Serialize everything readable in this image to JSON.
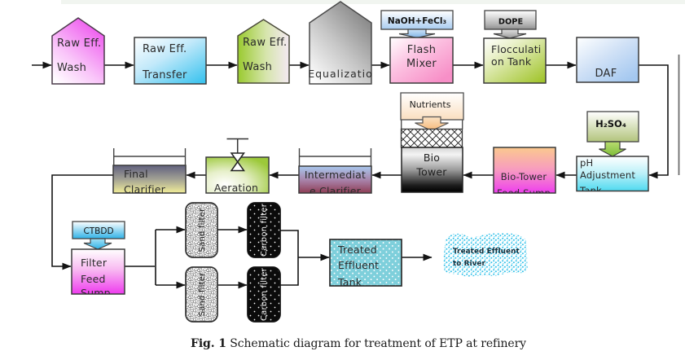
{
  "figure": {
    "caption_fig_label": "Fig. 1",
    "caption_text": " Schematic diagram for treatment of ETP at refinery"
  },
  "nodes": {
    "raw_eff_wash_1": {
      "line1": "Raw Eff.",
      "line2": "Wash",
      "shape": "house"
    },
    "raw_eff_transfer": {
      "line1": "Raw Eff.",
      "line2": "Transfer",
      "shape": "box"
    },
    "raw_eff_wash_2": {
      "line1": "Raw Eff.",
      "line2": "Wash",
      "shape": "house"
    },
    "equalization": {
      "line1": "Equalizatio",
      "shape": "house"
    },
    "flash_mixer": {
      "line1": "Flash",
      "line2": "Mixer",
      "shape": "box"
    },
    "flocculation_tank": {
      "line1": "Flocculati",
      "line2": "on Tank",
      "shape": "box"
    },
    "daf": {
      "line1": "DAF",
      "shape": "box"
    },
    "ph_adjustment_tank": {
      "line1": "pH",
      "line2": "Adjustment",
      "line3": "Tank",
      "shape": "box"
    },
    "bio_tower_feed_sump": {
      "line1": "Bio-Tower",
      "line2": "Feed Sump",
      "shape": "box"
    },
    "bio_tower": {
      "line1": "Bio",
      "line2": "Tower",
      "shape": "tower-with-packing"
    },
    "intermediate_clarifier": {
      "line1": "Intermediat",
      "line2": "e Clarifier",
      "shape": "clarifier"
    },
    "aeration": {
      "line1": "Aeration",
      "shape": "box-with-valve"
    },
    "final_clarifier": {
      "line1": "Final",
      "line2": "Clarifier",
      "shape": "clarifier"
    },
    "filter_feed_sump": {
      "line1": "Filter",
      "line2": "Feed",
      "line3": "Sump",
      "shape": "box"
    },
    "sand_filter_top": {
      "label": "Sand filter",
      "shape": "rounded-dotted"
    },
    "sand_filter_bottom": {
      "label": "Sand filter",
      "shape": "rounded-dotted"
    },
    "carbon_filter_top": {
      "label": "Carbon filter",
      "shape": "rounded-black"
    },
    "carbon_filter_bottom": {
      "label": "Carbon filter",
      "shape": "rounded-black"
    },
    "treated_effluent_tank": {
      "line1": "Treated",
      "line2": "Effluent",
      "line3": "Tank",
      "shape": "dotted-box"
    },
    "river_outfall": {
      "line1": "Treated Effluent",
      "line2": "to  River",
      "shape": "wave"
    }
  },
  "chemical_labels": {
    "naoh_fecl3": "NaOH+FeCl₃",
    "dope": "DOPE",
    "nutrients": "Nutrients",
    "h2so4": "H₂SO₄",
    "ctbdd": "CTBDD"
  },
  "palette": {
    "house_magenta": "#ee52ee",
    "house_magenta_mid": "#f9c4f9",
    "transfer_cyan": "#3ec4ef",
    "wash_green": "#9aca2f",
    "wash_green_fade": "#f4e9f2",
    "equalization_gray": "#858585",
    "flash_pink": "#f78fc7",
    "floc_green": "#a2c52e",
    "daf_blue": "#a4c8f0",
    "naoh_blue": "#a9ccf1",
    "naoh_arrow_blue": "#7fb2e4",
    "dope_gray": "#8f8f8f",
    "h2so4_olive": "#b2c47c",
    "h2so4_arrow_green": "#7cbd38",
    "ph_aqua": "#4fdaf0",
    "btfs_peach": "#fbc98e",
    "btfs_magenta": "#ee3eee",
    "nutrients_peach": "#fadfc0",
    "nutrients_arrow_orange": "#f6b878",
    "ic_blue": "#a9c9ef",
    "ic_maroon": "#8e3d55",
    "aeration_green": "#9cc93a",
    "fc_slate": "#60607e",
    "fc_yellow": "#f2ee98",
    "ctbdd_cyan": "#2fb2e7",
    "ffs_magenta": "#ee3bee",
    "tet_teal": "#7ecfdb",
    "river_dot_cyan": "#2cbfe9",
    "top_strip": "#f1f5f0",
    "connector": "#141414"
  }
}
